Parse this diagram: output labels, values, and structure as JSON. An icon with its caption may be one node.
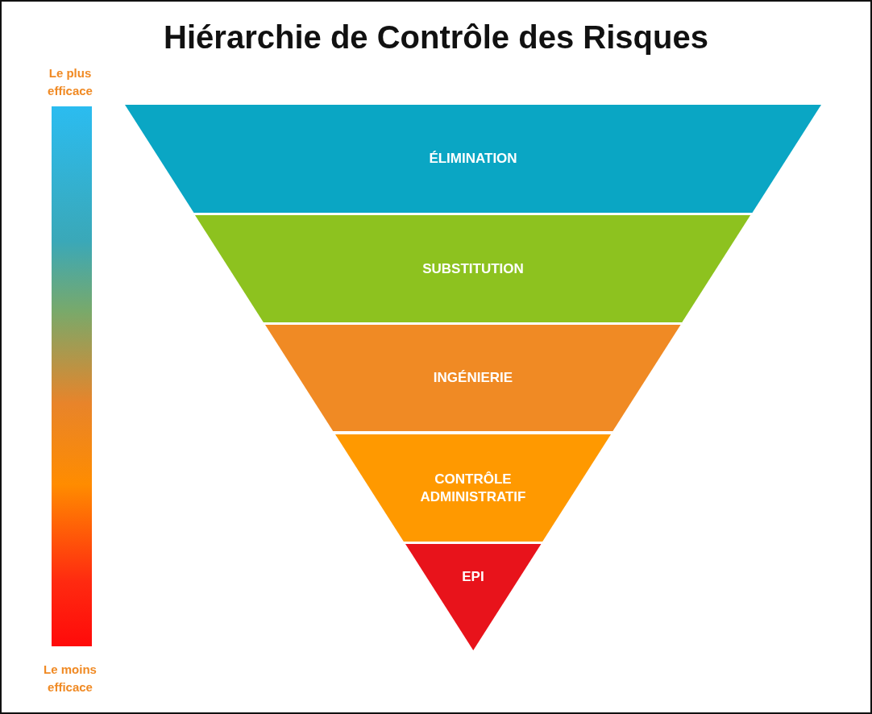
{
  "diagram": {
    "title": "Hiérarchie de Contrôle des Risques",
    "nodes": [
      {
        "text": [
          "ÉLIMINATION"
        ]
      },
      {
        "text": [
          "SUBSTITUTION"
        ]
      },
      {
        "text": [
          "INGÉNIERIE"
        ]
      },
      {
        "text": [
          "CONTRÔLE ADMINISTRATIF"
        ]
      },
      {
        "text": [
          "EPI"
        ]
      },
      {
        "text": [],
        "shape": "bar"
      }
    ],
    "labels": [
      "Le plus efficace",
      "Le moins efficace"
    ]
  }
}
